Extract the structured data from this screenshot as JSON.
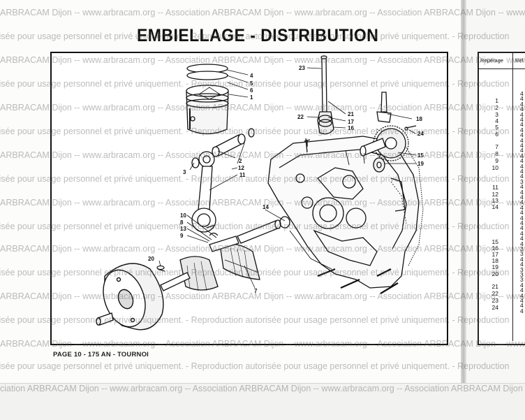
{
  "page": {
    "title": "EMBIELLAGE - DISTRIBUTION",
    "footer": "PAGE 10 - 175 AN - TOURNOI"
  },
  "diagram": {
    "callouts": [
      "23",
      "4",
      "5",
      "6",
      "1",
      "21",
      "22",
      "17",
      "16",
      "18",
      "24",
      "3",
      "2",
      "12",
      "11",
      "15",
      "19",
      "14",
      "10",
      "8",
      "13",
      "9",
      "20",
      "7"
    ]
  },
  "table": {
    "headers": [
      "Repérage",
      "Réf"
    ],
    "repere": [
      "1",
      "2",
      "3",
      "4",
      "5",
      "6",
      "7",
      "8",
      "9",
      "10",
      "11",
      "12",
      "13",
      "14",
      "15",
      "16",
      "17",
      "18",
      "19",
      "20",
      "21",
      "22",
      "23",
      "24"
    ],
    "ref_prefix": [
      "4",
      "4",
      "4",
      "4",
      "4",
      "4",
      "4",
      "4",
      "4",
      "4",
      "4",
      "4",
      "4",
      "4",
      "4",
      "4",
      "4",
      "3",
      "4",
      "4",
      "4",
      "4",
      "4",
      "4",
      "4",
      "4",
      "4",
      "4",
      "4",
      "4",
      "3",
      "3",
      "4",
      "4",
      "3",
      "3",
      "3",
      "4",
      "4",
      "4",
      "4",
      "4",
      "4"
    ]
  },
  "watermark": {
    "line_a": "ARBRACAM Dijon -- www.arbracam.org -- Association ARBRACAM Dijon -- www.arbracam.org -- Association ARBRACAM Dijon -- www.arbracam.org",
    "line_b": "autorisée pour usage personnel et privé uniquement. - Reproduction autorisée pour usage personnel et privé uniquement. - Reproduction",
    "line_c": "ciation ARBRACAM Dijon -- www.arbracam.org -- Association ARBRACAM Dijon -- www.arbracam.org -- Association ARBRACAM Dijon -- www.arbracam.org"
  }
}
